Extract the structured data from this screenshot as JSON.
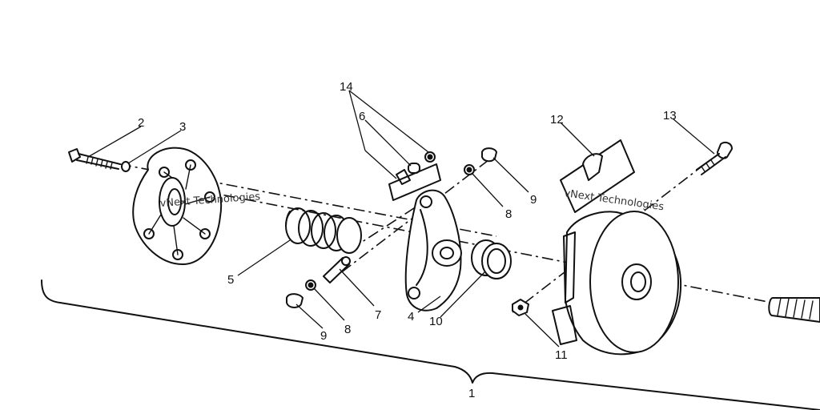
{
  "callouts": {
    "c1": "1",
    "c2": "2",
    "c3": "3",
    "c4": "4",
    "c5": "5",
    "c6": "6",
    "c7": "7",
    "c8a": "8",
    "c8b": "8",
    "c9a": "9",
    "c9b": "9",
    "c10": "10",
    "c11": "11",
    "c12": "12",
    "c13": "13",
    "c14": "14"
  },
  "watermarks": {
    "left_small": "vNext Technologies",
    "right_small": "vNext Technologies"
  }
}
